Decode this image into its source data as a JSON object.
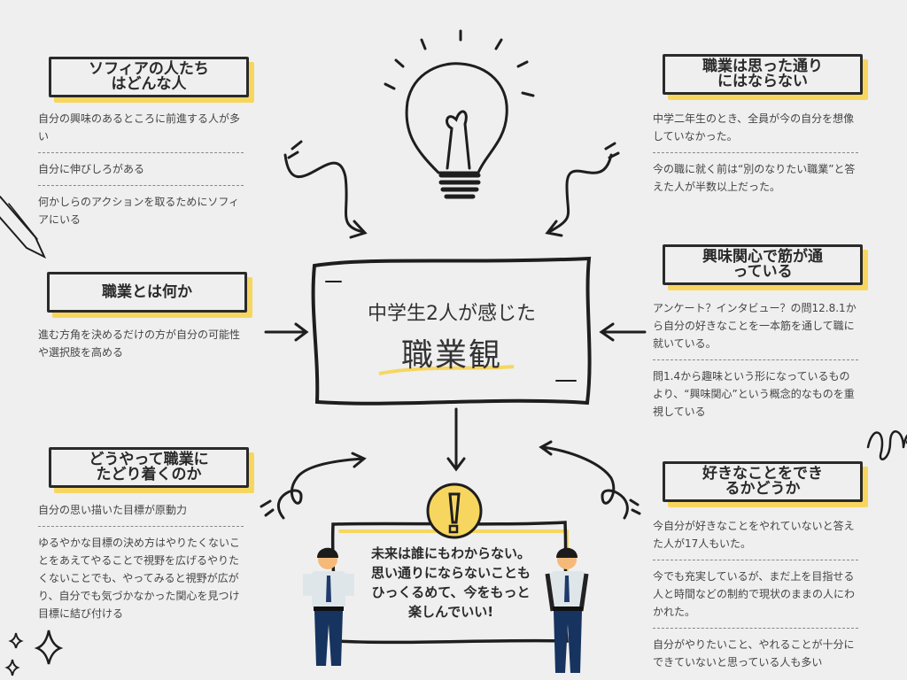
{
  "center": {
    "line1": "中学生2人が感じた",
    "line2": "職業観"
  },
  "sections": [
    {
      "title": "ソフィアの人たち\nはどんな人",
      "items": [
        "自分の興味のあるところに前進する人が多い",
        "自分に伸びしろがある",
        "何かしらのアクションを取るためにソフィアにいる"
      ]
    },
    {
      "title": "職業とは何か",
      "items": [
        "進む方角を決めるだけの方が自分の可能性や選択肢を高める"
      ]
    },
    {
      "title": "どうやって職業に\nたどり着くのか",
      "items": [
        "自分の思い描いた目標が原動力",
        "ゆるやかな目標の決め方はやりたくないことをあえてやることで視野を広げるやりたくないことでも、やってみると視野が広がり、自分でも気づかなかった関心を見つけ目標に結び付ける"
      ]
    },
    {
      "title": "職業は思った通り\nにはならない",
      "items": [
        "中学二年生のとき、全員が今の自分を想像していなかった。",
        "今の職に就く前は“別のなりたい職業”と答えた人が半数以上だった。"
      ]
    },
    {
      "title": "興味関心で筋が通\nっている",
      "items": [
        "アンケート？インタビュー？の問12.8.1から自分の好きなことを一本筋を通して職に就いている。",
        "問1.4から趣味という形になっているものより、“興味関心”という概念的なものを重視している"
      ]
    },
    {
      "title": "好きなことをでき\nるかどうか",
      "items": [
        "今自分が好きなことをやれていないと答えた人が17人もいた。",
        "今でも充実しているが、まだ上を目指せる人と時間などの制約で現状のままの人にわかれた。",
        "自分がやりたいこと、やれることが十分にできていないと思っている人も多い"
      ]
    }
  ],
  "message": "未来は誰にもわからない。\n思い通りにならないことも\nひっくるめて、今をもっと\n楽しんでいい!",
  "colors": {
    "accent": "#f7d660",
    "ink": "#2a2a2a",
    "background": "#efefef"
  }
}
